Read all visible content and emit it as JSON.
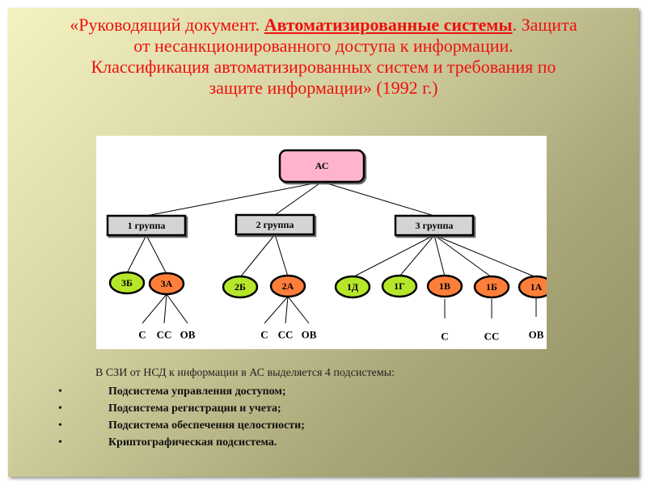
{
  "title": {
    "prefix": "«Руководящий документ. ",
    "emphasis": "Автоматизированные системы",
    "line1_end": ". Защита",
    "line2": "от несанкционированного доступа к информации.",
    "line3": "Классификация автоматизированных систем и требования по",
    "line4": "защите информации» (1992 г.)"
  },
  "diagram": {
    "root": "АС",
    "groups": [
      "1 группа",
      "2 группа",
      "3 группа"
    ],
    "classes": [
      {
        "label": "3Б",
        "color": "#b6e62a",
        "group": 0
      },
      {
        "label": "3А",
        "color": "#ff7f3a",
        "group": 0
      },
      {
        "label": "2Б",
        "color": "#b6e62a",
        "group": 1
      },
      {
        "label": "2А",
        "color": "#ff7f3a",
        "group": 1
      },
      {
        "label": "1Д",
        "color": "#b6e62a",
        "group": 2
      },
      {
        "label": "1Г",
        "color": "#b6e62a",
        "group": 2
      },
      {
        "label": "1В",
        "color": "#ff7f3a",
        "group": 2
      },
      {
        "label": "1Б",
        "color": "#ff7f3a",
        "group": 2
      },
      {
        "label": "1А",
        "color": "#ff7f3a",
        "group": 2
      }
    ],
    "leaves": [
      {
        "label": "С",
        "parent": 1
      },
      {
        "label": "СС",
        "parent": 1
      },
      {
        "label": "ОВ",
        "parent": 1
      },
      {
        "label": "С",
        "parent": 3
      },
      {
        "label": "СС",
        "parent": 3
      },
      {
        "label": "ОВ",
        "parent": 3
      },
      {
        "label": "С",
        "parent": 6
      },
      {
        "label": "СС",
        "parent": 7
      },
      {
        "label": "ОВ",
        "parent": 8
      }
    ],
    "colors": {
      "root_fill": "#ffb3cc",
      "group_fill": "#d4d4d4",
      "orange": "#ff7f3a",
      "green": "#b6e62a"
    }
  },
  "intro": "В СЗИ от НСД к информации в АС выделяется 4 подсистемы:",
  "subsystems": [
    "Подсистема управления доступом;",
    "Подсистема регистрации и учета;",
    "Подсистема обеспечения целостности;",
    "Криптографическая подсистема."
  ],
  "bullet": "•"
}
